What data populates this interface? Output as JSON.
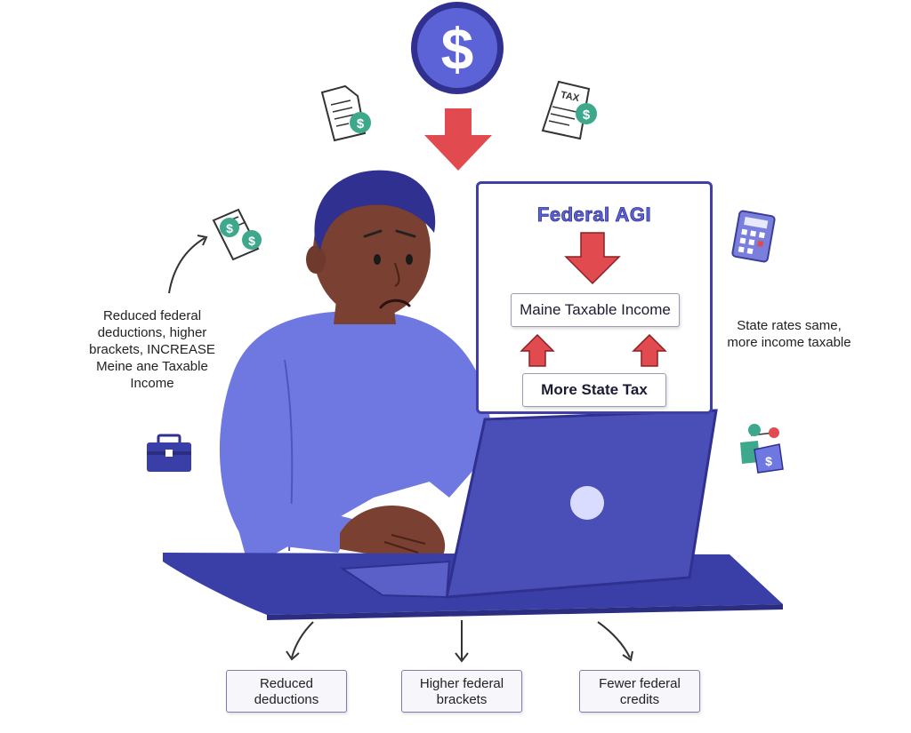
{
  "board": {
    "title": "Federal AGI",
    "income_box": "Maine Taxable Income",
    "tax_box": "More State Tax"
  },
  "notes": {
    "left": "Reduced federal deductions, higher brackets, INCREASE Meine ane Taxable Income",
    "right": "State rates same, more income taxable"
  },
  "bottom": [
    {
      "label": "Reduced deductions"
    },
    {
      "label": "Higher federal brackets"
    },
    {
      "label": "Fewer federal credits"
    }
  ],
  "icons": {
    "dollar_coin": "$",
    "tax_document_label": "TAX"
  },
  "colors": {
    "primary": "#4a4fb8",
    "light_purple": "#6f78e0",
    "dark_navy": "#2f3090",
    "red_arrow": "#e14b50",
    "green_coin": "#3da88c",
    "skin": "#7a4032"
  }
}
